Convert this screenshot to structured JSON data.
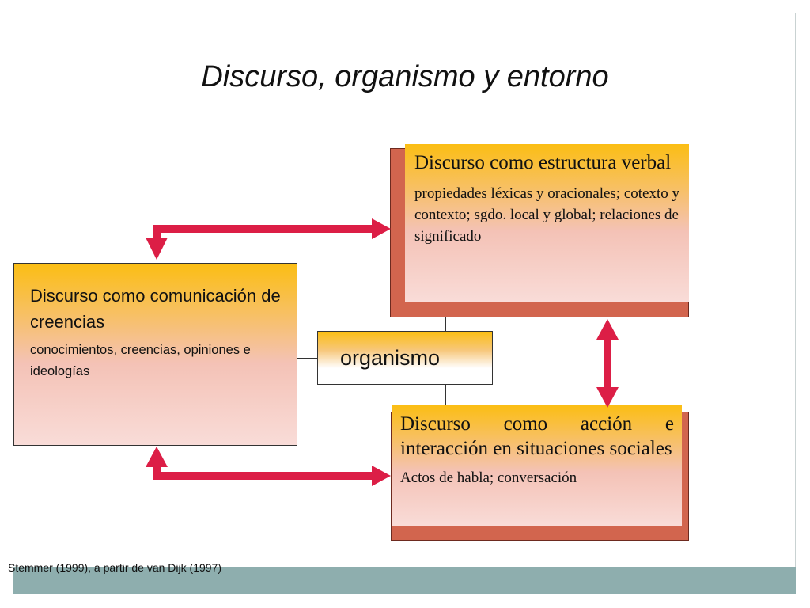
{
  "slide": {
    "title": "Discurso, organismo y entorno",
    "caption": "Stemmer (1999), a partir de van Dijk (1997)"
  },
  "boxes": {
    "estructura": {
      "title": "Discurso como estructura verbal",
      "body": "propiedades léxicas y oracionales; cotexto y contexto; sgdo. local y global; relaciones de significado"
    },
    "comunicacion": {
      "title": "Discurso como comunicación de creencias",
      "body": "conocimientos, creencias, opiniones e ideologías"
    },
    "organismo": {
      "label": "organismo"
    },
    "accion": {
      "title": "Discurso como acción e interacción en situaciones sociales",
      "body": "Actos de habla; conversación"
    }
  },
  "colors": {
    "arrow": "#dc1e46",
    "shadow": "#d2654e",
    "gradient_top": "#fbbe14",
    "gradient_bottom": "#f9dcd8",
    "footer_band": "#8eaeae"
  }
}
